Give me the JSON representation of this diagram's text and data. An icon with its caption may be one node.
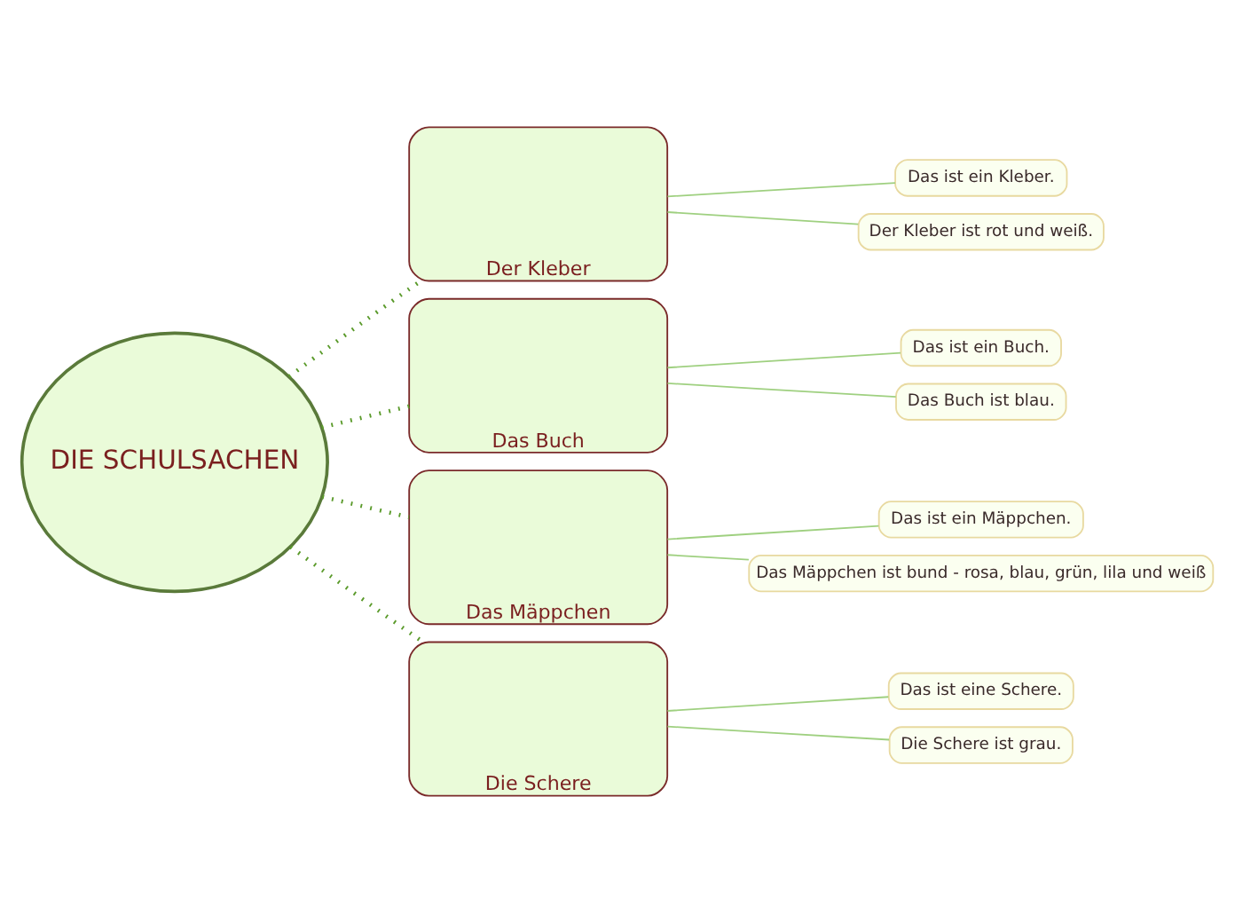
{
  "diagram": {
    "nodes": [
      {
        "text": [
          "DIE SCHULSACHEN"
        ]
      },
      {
        "text": [
          "Der Kleber"
        ]
      },
      {
        "text": [
          "Das Buch"
        ]
      },
      {
        "text": [
          "Das Mäppchen"
        ]
      },
      {
        "text": [
          "Die Schere"
        ]
      },
      {
        "text": [
          "Das ist ein Kleber."
        ]
      },
      {
        "text": [
          "Der Kleber ist rot und weiß."
        ]
      },
      {
        "text": [
          "Das ist ein Buch."
        ]
      },
      {
        "text": [
          "Das Buch ist blau."
        ]
      },
      {
        "text": [
          "Das ist ein Mäppchen."
        ]
      },
      {
        "text": [
          "Das Mäppchen ist bund - rosa, blau, grün, lila und weiß"
        ]
      },
      {
        "text": [
          "Das ist eine Schere."
        ]
      },
      {
        "text": [
          "Die Schere ist grau."
        ]
      }
    ],
    "edges": [
      {
        "from": 0,
        "to": 1,
        "arrow": "none",
        "style": "dashed",
        "color": "#5a9a2a"
      },
      {
        "from": 0,
        "to": 2,
        "arrow": "none",
        "style": "dashed",
        "color": "#5a9a2a"
      },
      {
        "from": 0,
        "to": 3,
        "arrow": "none",
        "style": "dashed",
        "color": "#5a9a2a"
      },
      {
        "from": 0,
        "to": 4,
        "arrow": "none",
        "style": "dashed",
        "color": "#5a9a2a"
      },
      {
        "from": 1,
        "to": 5,
        "arrow": "none"
      },
      {
        "from": 1,
        "to": 6,
        "arrow": "none"
      },
      {
        "from": 2,
        "to": 7,
        "arrow": "none"
      },
      {
        "from": 2,
        "to": 8,
        "arrow": "none"
      },
      {
        "from": 3,
        "to": 9,
        "arrow": "none"
      },
      {
        "from": 3,
        "to": 10,
        "arrow": "none"
      },
      {
        "from": 4,
        "to": 11,
        "arrow": "none"
      },
      {
        "from": 4,
        "to": 12,
        "arrow": "none"
      }
    ]
  }
}
